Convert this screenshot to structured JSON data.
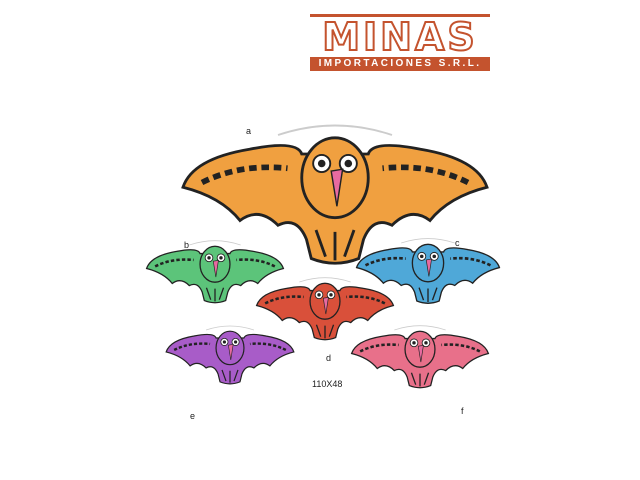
{
  "logo": {
    "name": "MINAS",
    "subtitle": "IMPORTACIONES S.R.L.",
    "color": "#c4532e"
  },
  "kites": [
    {
      "label": "a",
      "color": "#f0a040"
    },
    {
      "label": "b",
      "color": "#5cc47a"
    },
    {
      "label": "c",
      "color": "#4fa8d8"
    },
    {
      "label": "d",
      "color": "#d9503a"
    },
    {
      "label": "e",
      "color": "#a85cc8"
    },
    {
      "label": "f",
      "color": "#e8708a"
    }
  ],
  "size_label": "110X48"
}
